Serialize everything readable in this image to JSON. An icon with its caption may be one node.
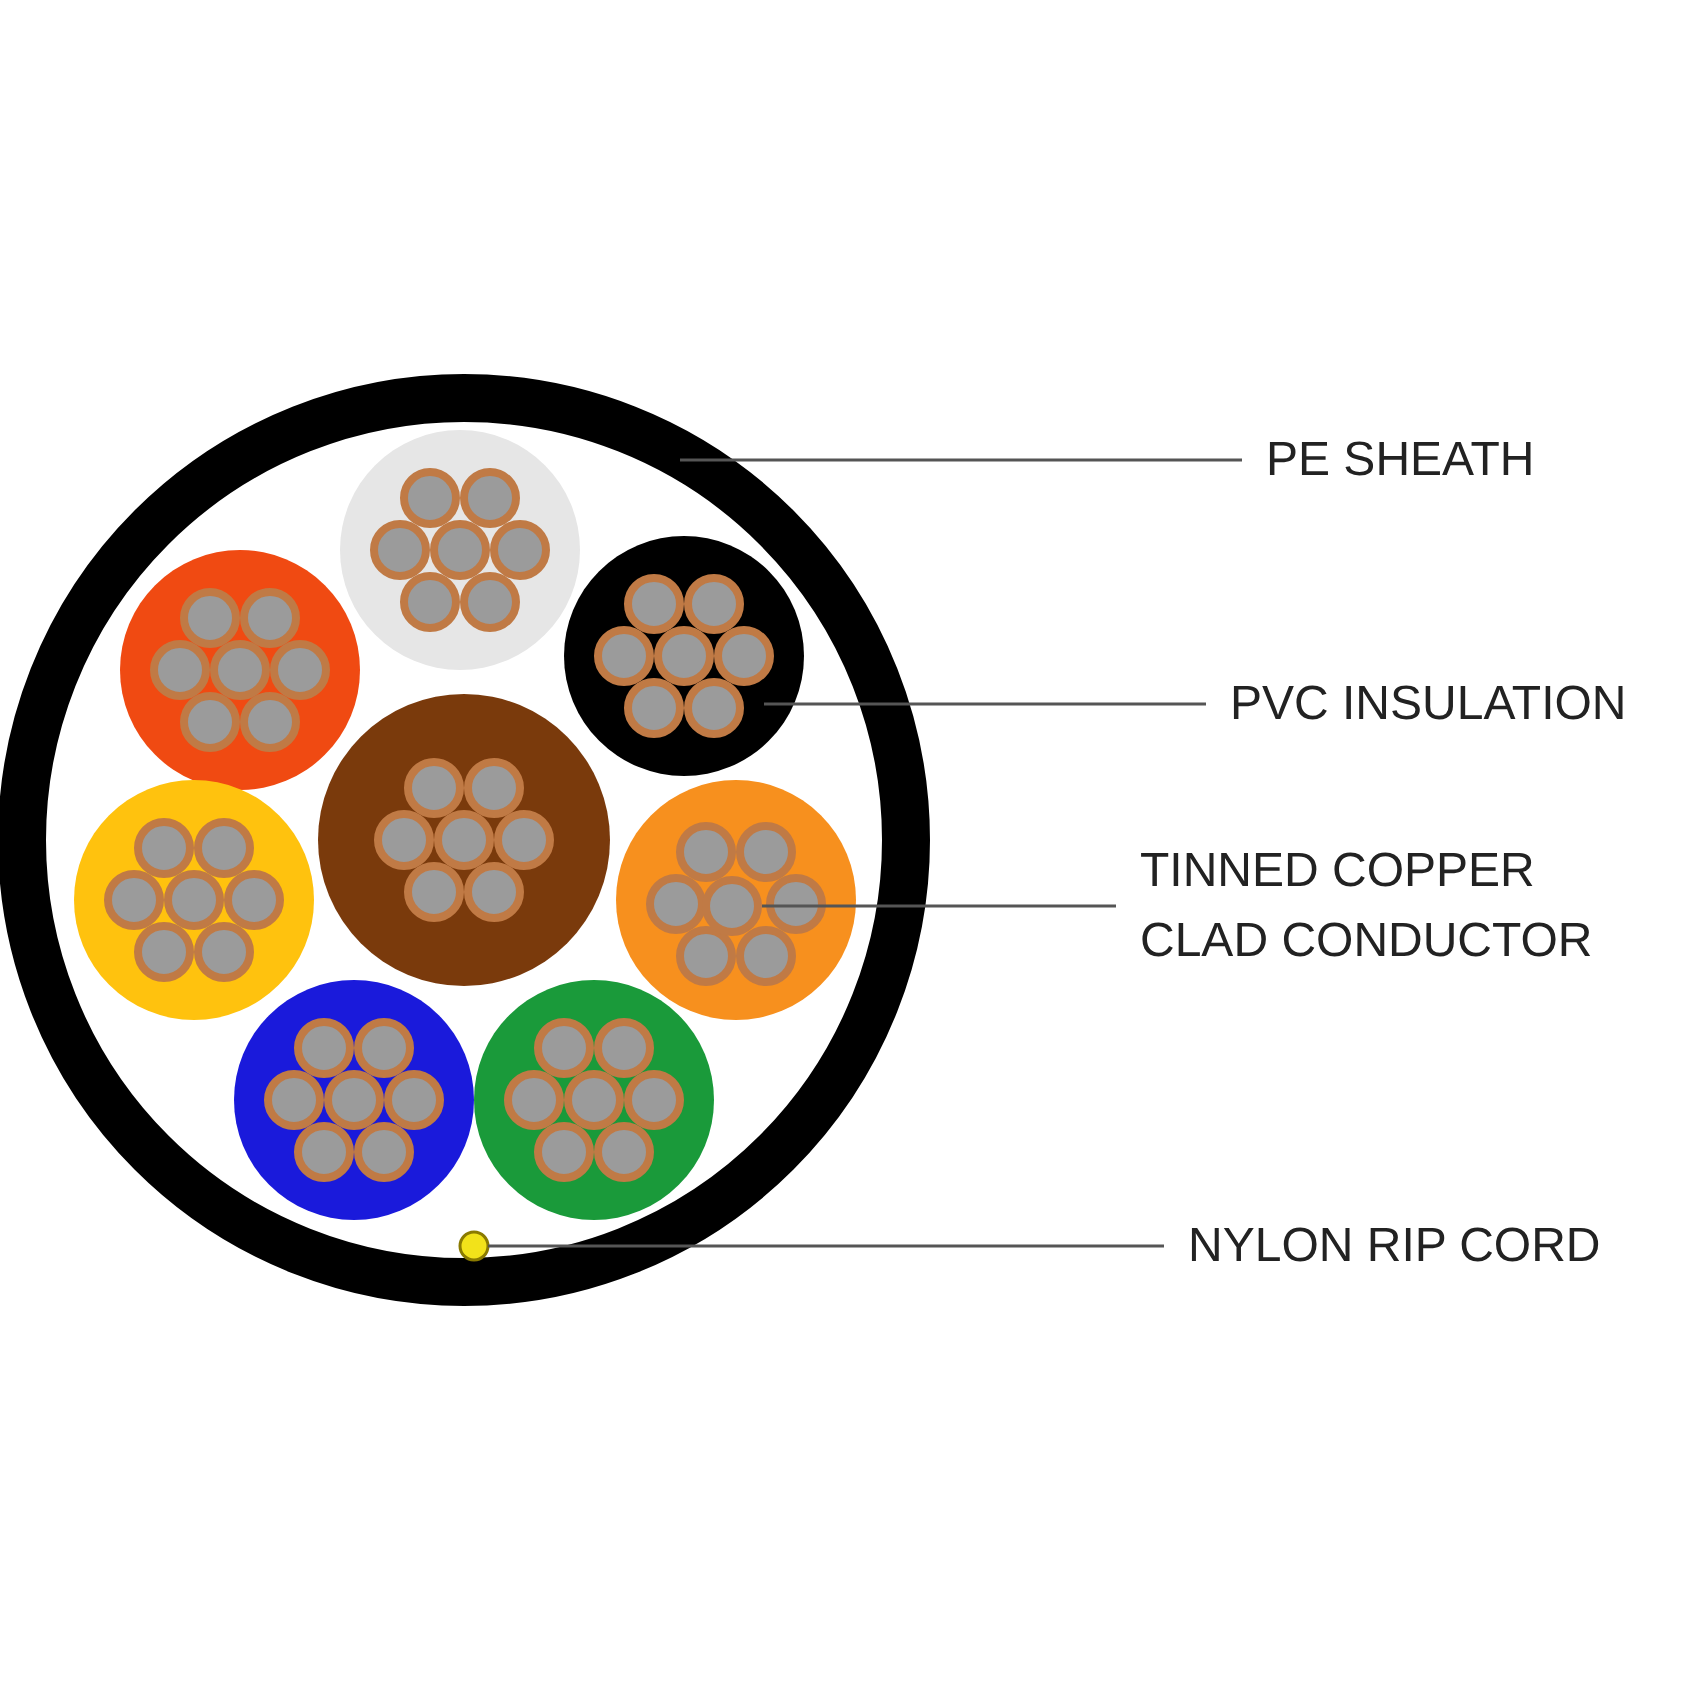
{
  "diagram": {
    "nodes": [
      {
        "text": [
          "PE SHEATH"
        ]
      },
      {
        "text": [],
        "shape": "circle"
      },
      {
        "text": [
          "PVC INSULATION"
        ]
      },
      {
        "text": [],
        "shape": "circle",
        "in": 1
      },
      {
        "text": [
          "TINNED COPPER CLAD CONDUCTOR"
        ]
      },
      {
        "text": [],
        "shape": "circle",
        "in": 1
      },
      {
        "text": [
          "NYLON RIP CORD"
        ]
      },
      {
        "text": [],
        "shape": "circle",
        "in": 1
      }
    ],
    "edges": [
      {
        "from": 0,
        "to": 1,
        "arrow": "none"
      },
      {
        "from": 2,
        "to": 3,
        "arrow": "none"
      },
      {
        "from": 4,
        "to": 5,
        "arrow": "none"
      },
      {
        "from": 6,
        "to": 7,
        "arrow": "none"
      }
    ]
  }
}
